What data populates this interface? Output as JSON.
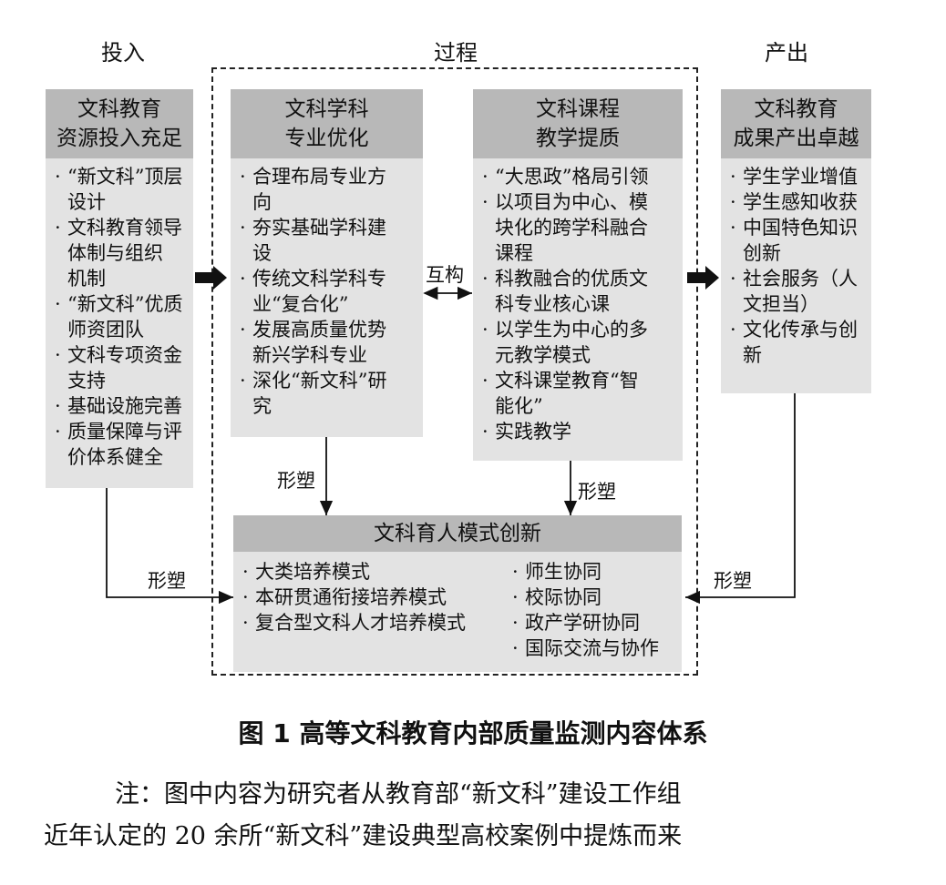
{
  "columns": {
    "input": "投入",
    "process": "过程",
    "output": "产出"
  },
  "input_box": {
    "title_lines": [
      "文科教育",
      "资源投入充足"
    ],
    "items": [
      [
        "“新文科”顶层",
        "设计"
      ],
      [
        "文科教育领导",
        "体制与组织",
        "机制"
      ],
      [
        "“新文科”优质",
        "师资团队"
      ],
      [
        "文科专项资金",
        "支持"
      ],
      [
        "基础设施完善"
      ],
      [
        "质量保障与评",
        "价体系健全"
      ]
    ]
  },
  "discipline_box": {
    "title_lines": [
      "文科学科",
      "专业优化"
    ],
    "items": [
      [
        "合理布局专业方",
        "向"
      ],
      [
        "夯实基础学科建",
        "设"
      ],
      [
        "传统文科学科专",
        "业“复合化”"
      ],
      [
        "发展高质量优势",
        "新兴学科专业"
      ],
      [
        "深化“新文科”研",
        "究"
      ]
    ]
  },
  "curriculum_box": {
    "title_lines": [
      "文科课程",
      "教学提质"
    ],
    "items": [
      [
        "“大思政”格局引领"
      ],
      [
        "以项目为中心、模",
        "块化的跨学科融合",
        "课程"
      ],
      [
        "科教融合的优质文",
        "科专业核心课"
      ],
      [
        "以学生为中心的多",
        "元教学模式"
      ],
      [
        "文科课堂教育“智",
        "能化”"
      ],
      [
        "实践教学"
      ]
    ]
  },
  "output_box": {
    "title_lines": [
      "文科教育",
      "成果产出卓越"
    ],
    "items": [
      [
        "学生学业增值"
      ],
      [
        "学生感知收获"
      ],
      [
        "中国特色知识",
        "创新"
      ],
      [
        "社会服务（人",
        "文担当）"
      ],
      [
        "文化传承与创",
        "新"
      ]
    ]
  },
  "mode_box": {
    "title": "文科育人模式创新",
    "left_items": [
      "大类培养模式",
      "本研贯通衔接培养模式",
      "复合型文科人才培养模式"
    ],
    "right_items": [
      "师生协同",
      "校际协同",
      "政产学研协同",
      "国际交流与协作"
    ]
  },
  "edge_labels": {
    "mutual": "互构",
    "shape": "形塑"
  },
  "caption": "图 1  高等文科教育内部质量监测内容体系",
  "note": {
    "line1": "注：图中内容为研究者从教育部“新文科”建设工作组",
    "line2": "近年认定的 20 余所“新文科”建设典型高校案例中提炼而来"
  }
}
